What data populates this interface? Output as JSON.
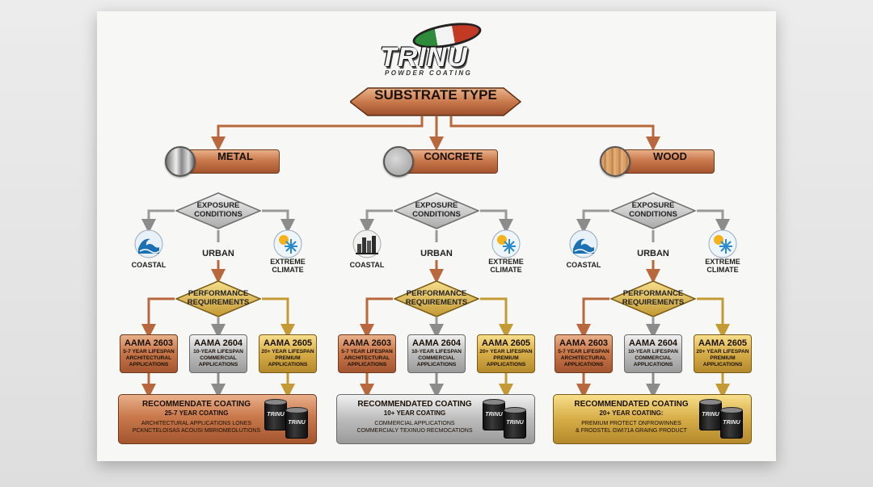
{
  "logo": {
    "word": "TRINU",
    "tagline": "POWDER COATING"
  },
  "root": {
    "label": "SUBSTRATE TYPE"
  },
  "colors": {
    "copper": "#c9794b",
    "silver": "#bcbcbc",
    "gold": "#d6ad47",
    "ink": "#222222"
  },
  "columns": [
    {
      "substrate": "METAL",
      "disc": "metal-disc-icon",
      "exposure": {
        "line1": "EXPOSURE",
        "line2": "CONDITIONS"
      },
      "left": {
        "icon": "wave-icon",
        "line1": "COASTAL",
        "line2": ""
      },
      "middle": "URBAN",
      "right": {
        "icon": "sun-snowflake-icon",
        "line1": "EXTREME",
        "line2": "CLIMATE"
      },
      "performance": {
        "line1": "PERFORMANCE",
        "line2": "REQUIREMENTS"
      },
      "standards": [
        {
          "title": "AAMA 2603",
          "l1": "5-7 YEAR LIFESPAN",
          "l2": "ARCHITECTURAL",
          "l3": "APPLICATIONS"
        },
        {
          "title": "AAMA 2604",
          "l1": "10-YEAR LIFESPAN",
          "l2": "COMMERCIAL",
          "l3": "APPLICATIONS"
        },
        {
          "title": "AAMA 2605",
          "l1": "20+ YEAR LIFESPAN",
          "l2": "PREMIUM",
          "l3": "APPLICATIONS"
        }
      ],
      "recommendation": {
        "heading": "RECOMMENDATE COATING",
        "years": "25-7 YEAR COATING",
        "line1": "ARCHITECTURAL APPLICATIONS LONES",
        "line2": "PCKNCTELOISAS ACOUSI MBRIOMEOLUTIONS",
        "can": "TRINU"
      }
    },
    {
      "substrate": "CONCRETE",
      "disc": "concrete-disc-icon",
      "exposure": {
        "line1": "EXPOSURE",
        "line2": "CONDITIONS"
      },
      "left": {
        "icon": "city-skyline-icon",
        "line1": "COASTAL",
        "line2": ""
      },
      "middle": "URBAN",
      "right": {
        "icon": "sun-snowflake-icon",
        "line1": "EXTREME",
        "line2": "CLIMATE"
      },
      "performance": {
        "line1": "PERFORMANCE",
        "line2": "REQUIREMENTS"
      },
      "standards": [
        {
          "title": "AAMA 2603",
          "l1": "5-7 YEAR LIFESPAN",
          "l2": "ARCHITECTURAL",
          "l3": "APPLICATIONS"
        },
        {
          "title": "AAMA 2604",
          "l1": "10-YEAR LIFESPAN",
          "l2": "COMMERCIAL",
          "l3": "APPLICATIONS"
        },
        {
          "title": "AAMA 2605",
          "l1": "20+ YEAR LIFESPAN",
          "l2": "PREMIUM",
          "l3": "APPLICATIONS"
        }
      ],
      "recommendation": {
        "heading": "RECOMMENDATED COATING",
        "years": "10+ YEAR COATING",
        "line1": "COMMERCIAL APPLICATIONS",
        "line2": "COMMERCIALY TEXINUO RECMOCATIONS",
        "can": "TRINU"
      }
    },
    {
      "substrate": "WOOD",
      "disc": "wood-disc-icon",
      "exposure": {
        "line1": "EXPOSURE",
        "line2": "CONDITIONS"
      },
      "left": {
        "icon": "wave-icon",
        "line1": "COASTAL",
        "line2": ""
      },
      "middle": "URBAN",
      "right": {
        "icon": "sun-snowflake-icon",
        "line1": "EXTREME",
        "line2": "CLIMATE"
      },
      "performance": {
        "line1": "PERFORMANCE",
        "line2": "REQUIREMENTS"
      },
      "standards": [
        {
          "title": "AAMA 2603",
          "l1": "5-7 YEAR LIFESPAN",
          "l2": "ARCHITECTURAL",
          "l3": "APPLICATIONS"
        },
        {
          "title": "AAMA 2604",
          "l1": "10-YEAR LIFESPAN",
          "l2": "COMMERCIAL",
          "l3": "APPLICATIONS"
        },
        {
          "title": "AAMA 2605",
          "l1": "20+ YEAR LIFESPAN",
          "l2": "PREMIUM",
          "l3": "APPLICATIONS"
        }
      ],
      "recommendation": {
        "heading": "RECOMMENDATED COATING",
        "years": "20+ YEAR COATING:",
        "line1": "PREMIUM PROTECT ONFROWINNES",
        "line2": "& FRODSTEL GWI71A GRAING PRODUCT",
        "can": "TRINU"
      }
    }
  ]
}
